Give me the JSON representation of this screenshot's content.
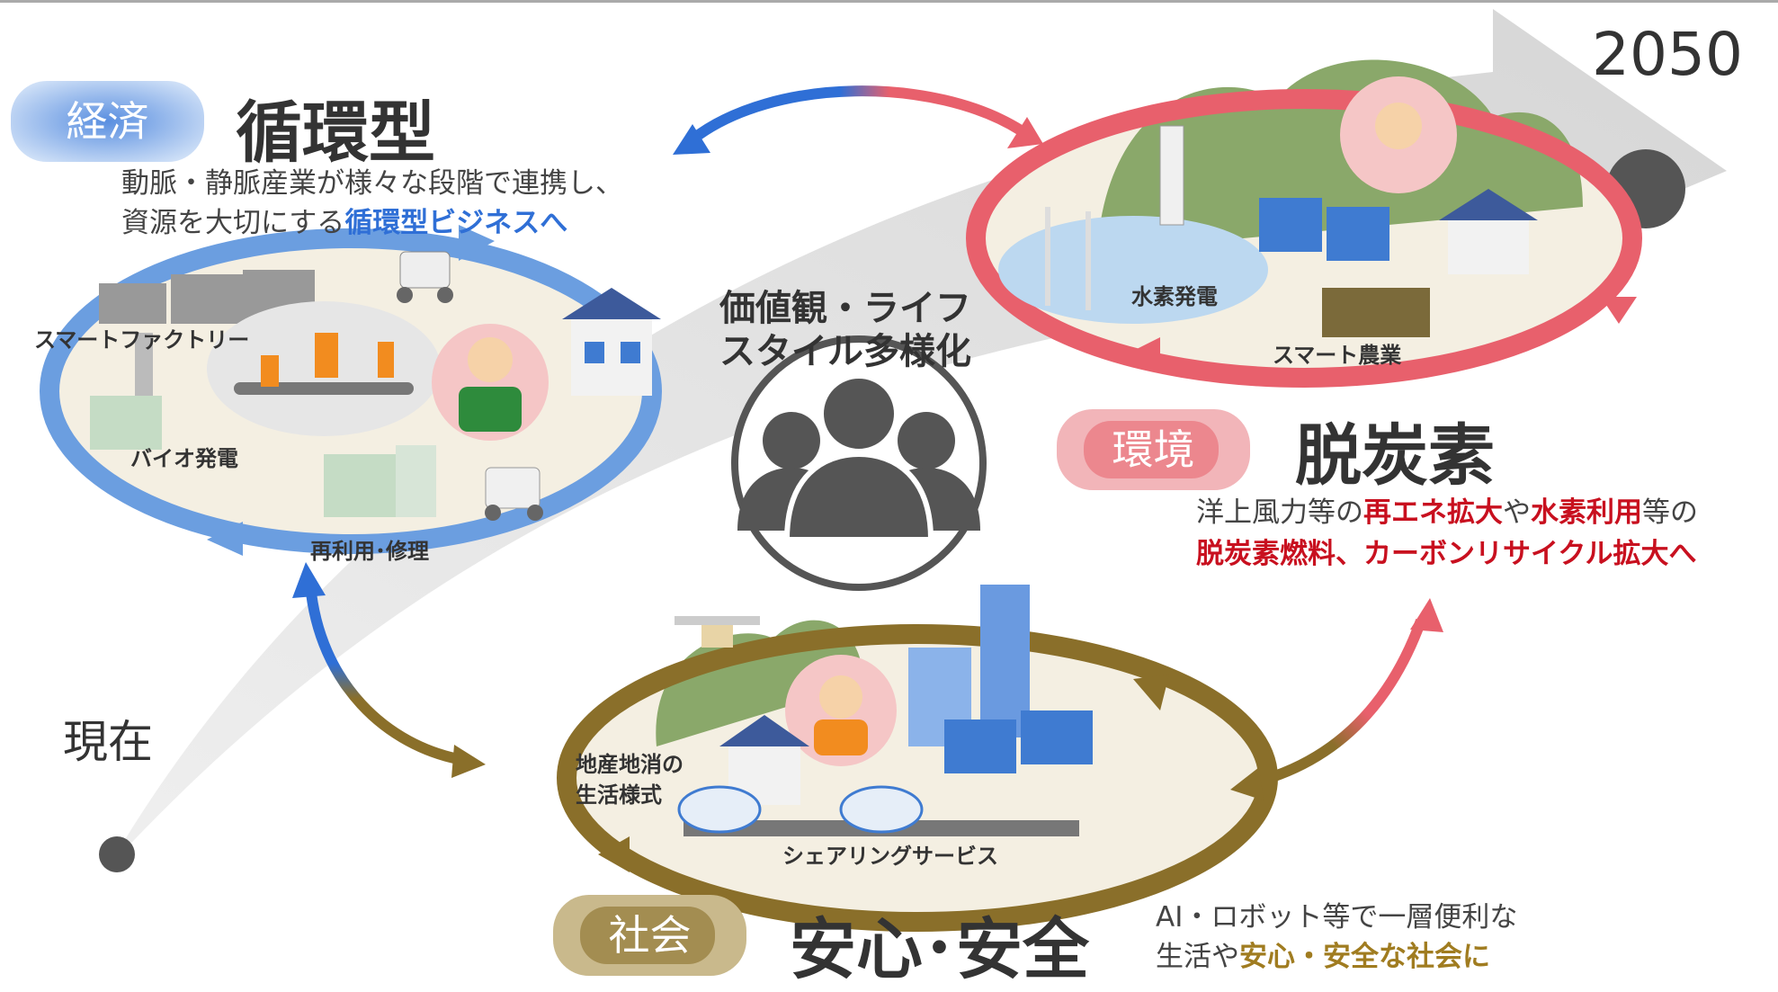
{
  "year_label": "2050",
  "now_label": "現在",
  "center": {
    "line1": "価値観・ライフ",
    "line2": "スタイル多様化"
  },
  "economy": {
    "tag": "経済",
    "title": "循環型",
    "desc_line1": "動脈・静脈産業が様々な段階で連携し、",
    "desc_line2_plain": "資源を大切にする",
    "desc_line2_highlight": "循環型ビジネスへ",
    "labels": {
      "smart_factory": "スマートファクトリー",
      "bio_power": "バイオ発電",
      "reuse": "再利用･修理"
    }
  },
  "environment": {
    "tag": "環境",
    "title": "脱炭素",
    "desc_line1_a": "洋上風力等の",
    "desc_line1_b": "再エネ拡大",
    "desc_line1_c": "や",
    "desc_line1_d": "水素利用",
    "desc_line1_e": "等の",
    "desc_line2": "脱炭素燃料、カーボンリサイクル拡大へ",
    "labels": {
      "hydrogen_power": "水素発電",
      "smart_agri": "スマート農業"
    }
  },
  "society": {
    "tag": "社会",
    "title": "安心･安全",
    "desc_line1": "AI・ロボット等で一層便利な",
    "desc_line2_plain": "生活や",
    "desc_line2_highlight": "安心・安全な社会に",
    "labels": {
      "local_life_1": "地産地消の",
      "local_life_2": "生活様式",
      "sharing": "シェアリングサービス"
    }
  },
  "colors": {
    "economy_blue": "#4a86d8",
    "environment_red": "#e8606c",
    "society_gold": "#8a6f2a",
    "arrow_gray": "#d9d9d9"
  }
}
